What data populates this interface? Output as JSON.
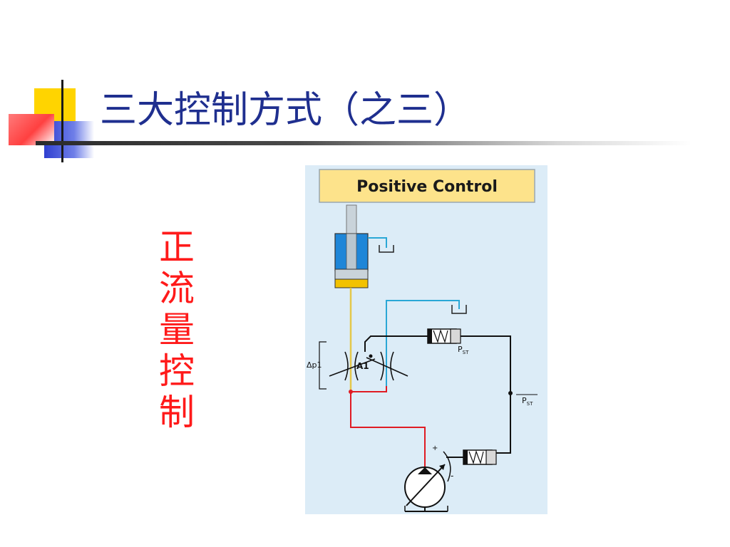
{
  "slide": {
    "title": "三大控制方式（之三）",
    "vertical_label_chars": [
      "正",
      "流",
      "量",
      "控",
      "制"
    ]
  },
  "diagram": {
    "header": "Positive Control",
    "labels": {
      "dp1": "Δp1",
      "a1": "A1",
      "pst1": "P",
      "pst1_sub": "ST",
      "pst2": "P",
      "pst2_sub": "ST",
      "plus": "+",
      "minus": "-"
    },
    "colors": {
      "background": "#dcecf7",
      "header_fill": "#fde38b",
      "pilot_line": "#e4c84a",
      "tank_line": "#2aa7d6",
      "pressure_line": "#e01b23",
      "signal_line": "#111111",
      "cylinder_blue": "#1e86d8",
      "cylinder_yellow": "#f2c200"
    }
  }
}
